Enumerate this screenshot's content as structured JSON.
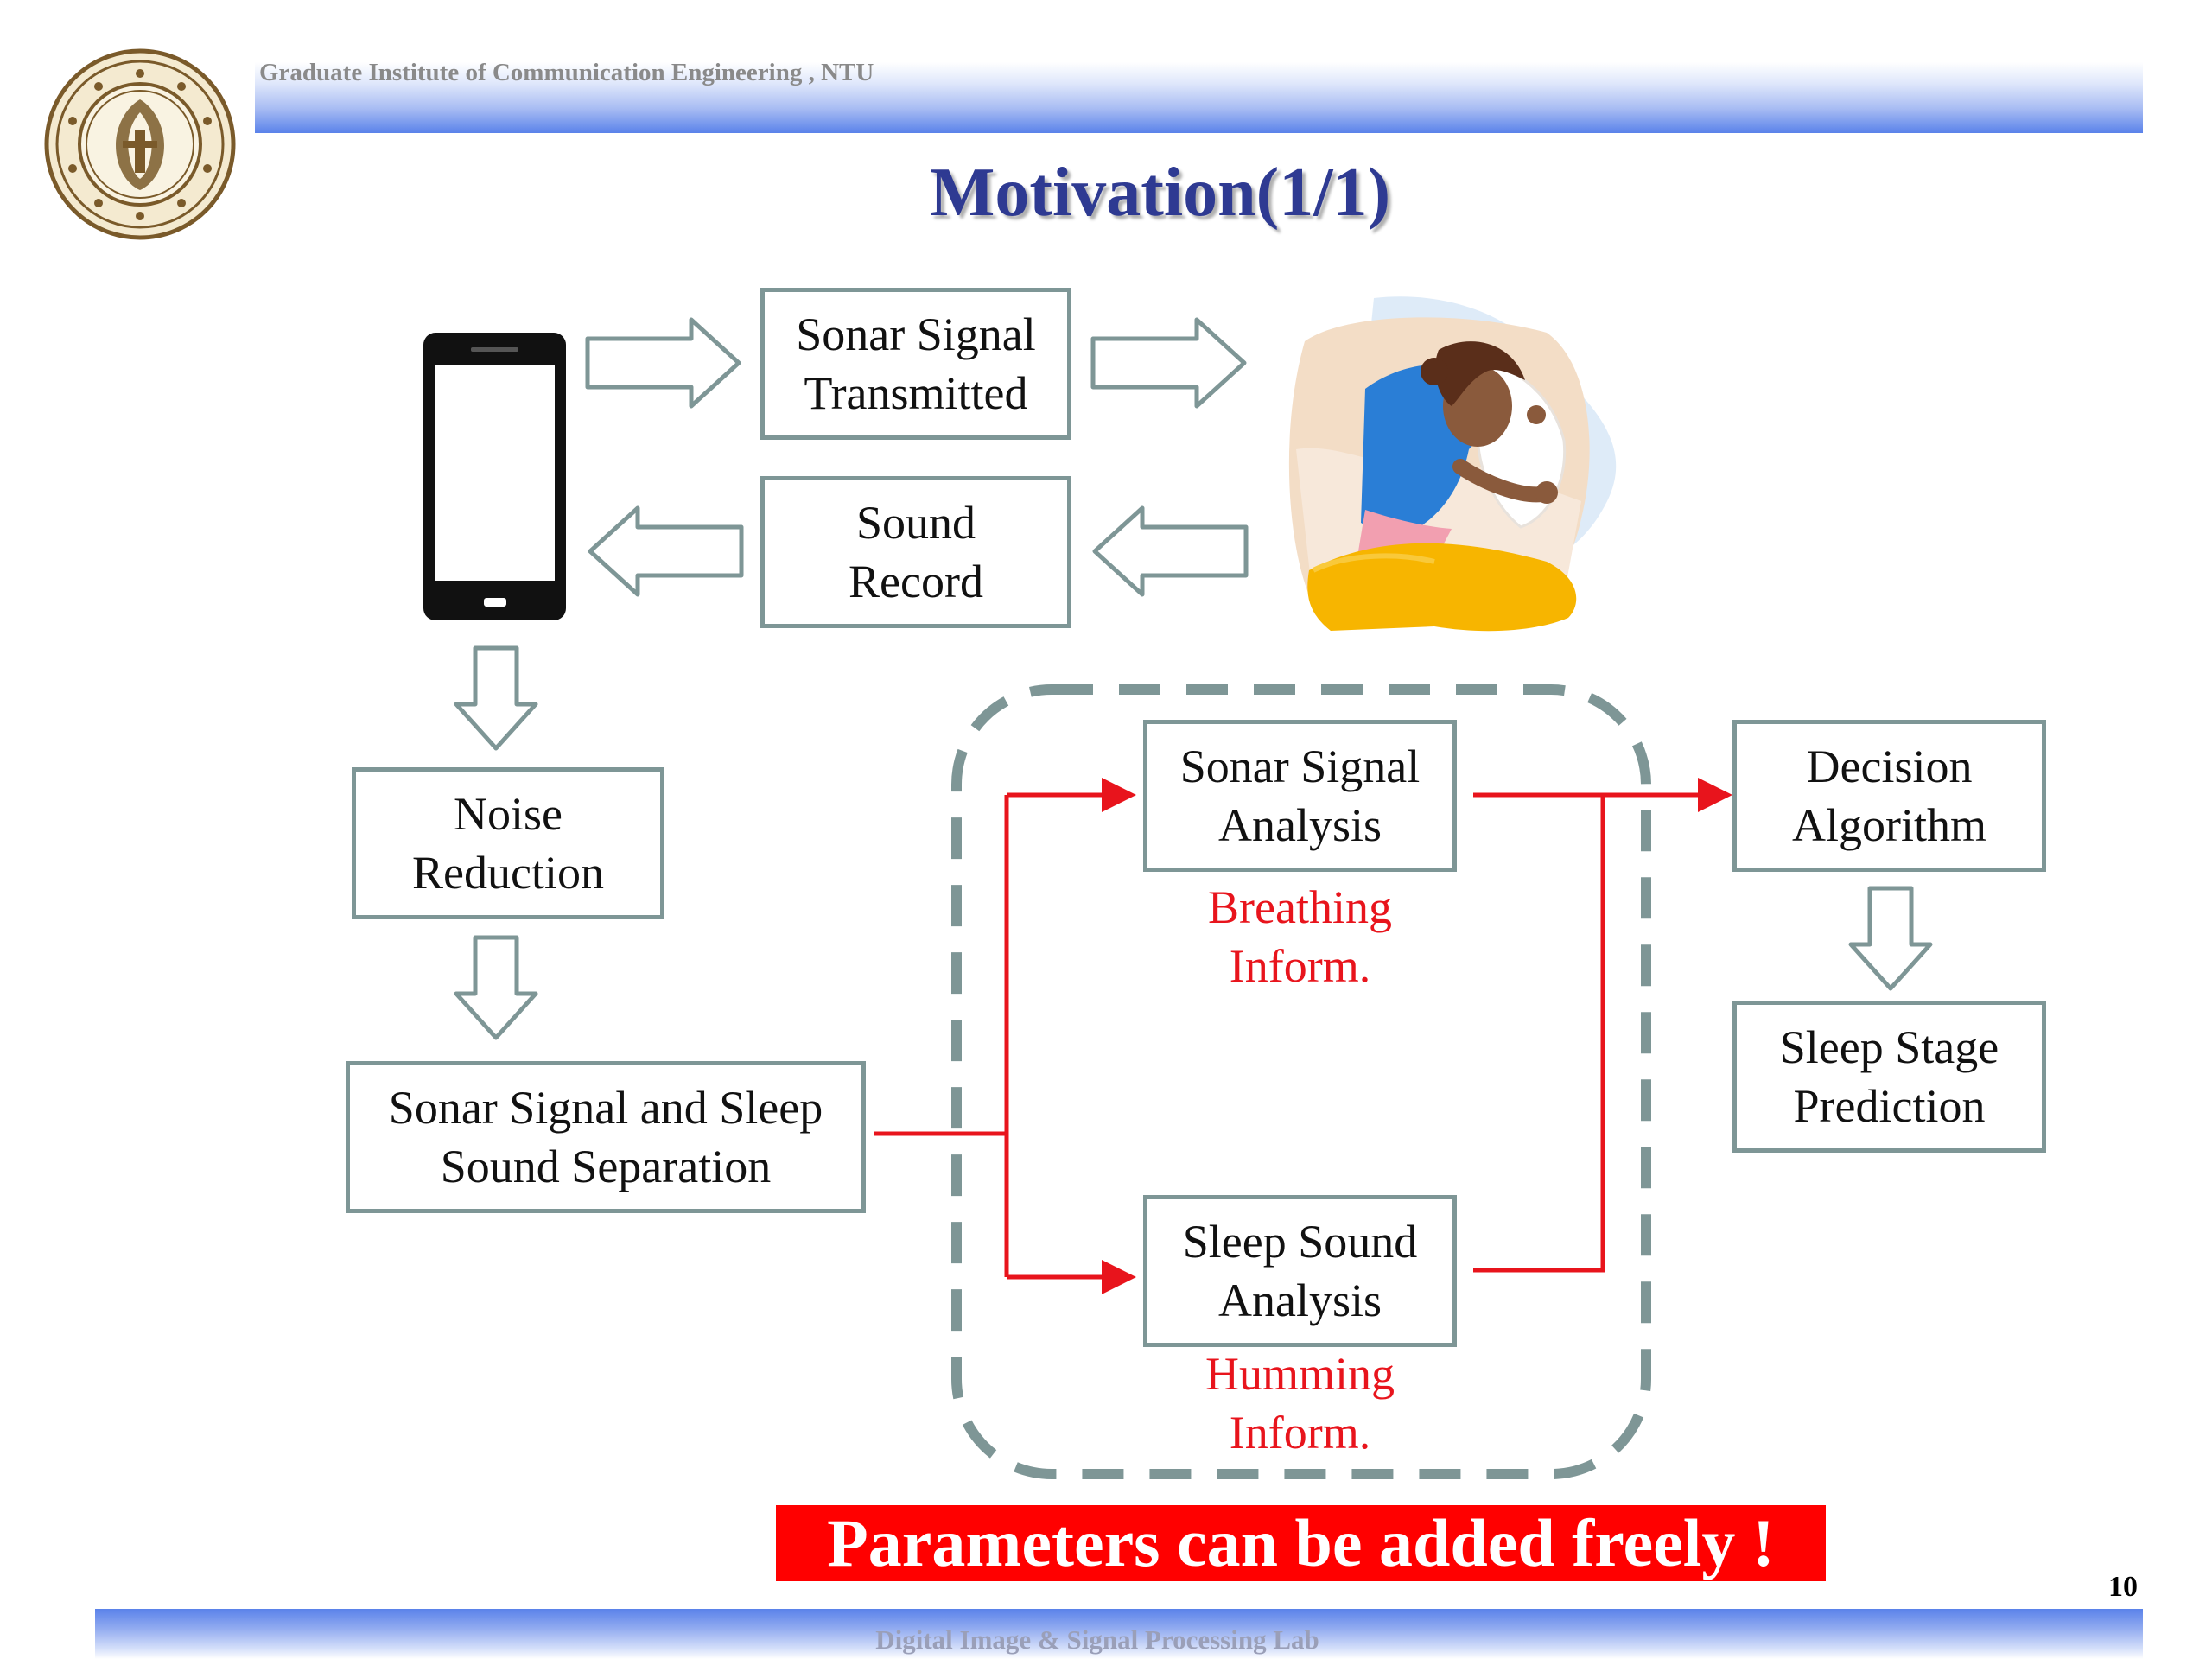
{
  "header": {
    "institute": "Graduate Institute of Communication Engineering , NTU"
  },
  "title": "Motivation(1/1)",
  "diagram": {
    "nodes": {
      "sonar_transmitted": "Sonar Signal\nTransmitted",
      "sound_record": "Sound\nRecord",
      "noise_reduction": "Noise\nReduction",
      "separation": "Sonar Signal and Sleep\nSound Separation",
      "sonar_analysis": "Sonar Signal\nAnalysis",
      "sleep_sound_analysis": "Sleep Sound\nAnalysis",
      "decision_algorithm": "Decision\nAlgorithm",
      "sleep_stage_prediction": "Sleep Stage\nPrediction"
    },
    "annotations": {
      "breathing": "Breathing\nInform.",
      "humming": "Humming\nInform."
    }
  },
  "banner": "Parameters can be added freely !",
  "page_number": "10",
  "footer": {
    "lab": "Digital Image & Signal Processing Lab"
  },
  "colors": {
    "box_border": "#7e9696",
    "arrow_outline": "#7e9696",
    "flow_arrow": "#e8141c",
    "title": "#2e3a92",
    "banner_bg": "#ff0000"
  },
  "icons": [
    "university-seal-icon",
    "smartphone-icon",
    "sleeping-person-illustration"
  ]
}
